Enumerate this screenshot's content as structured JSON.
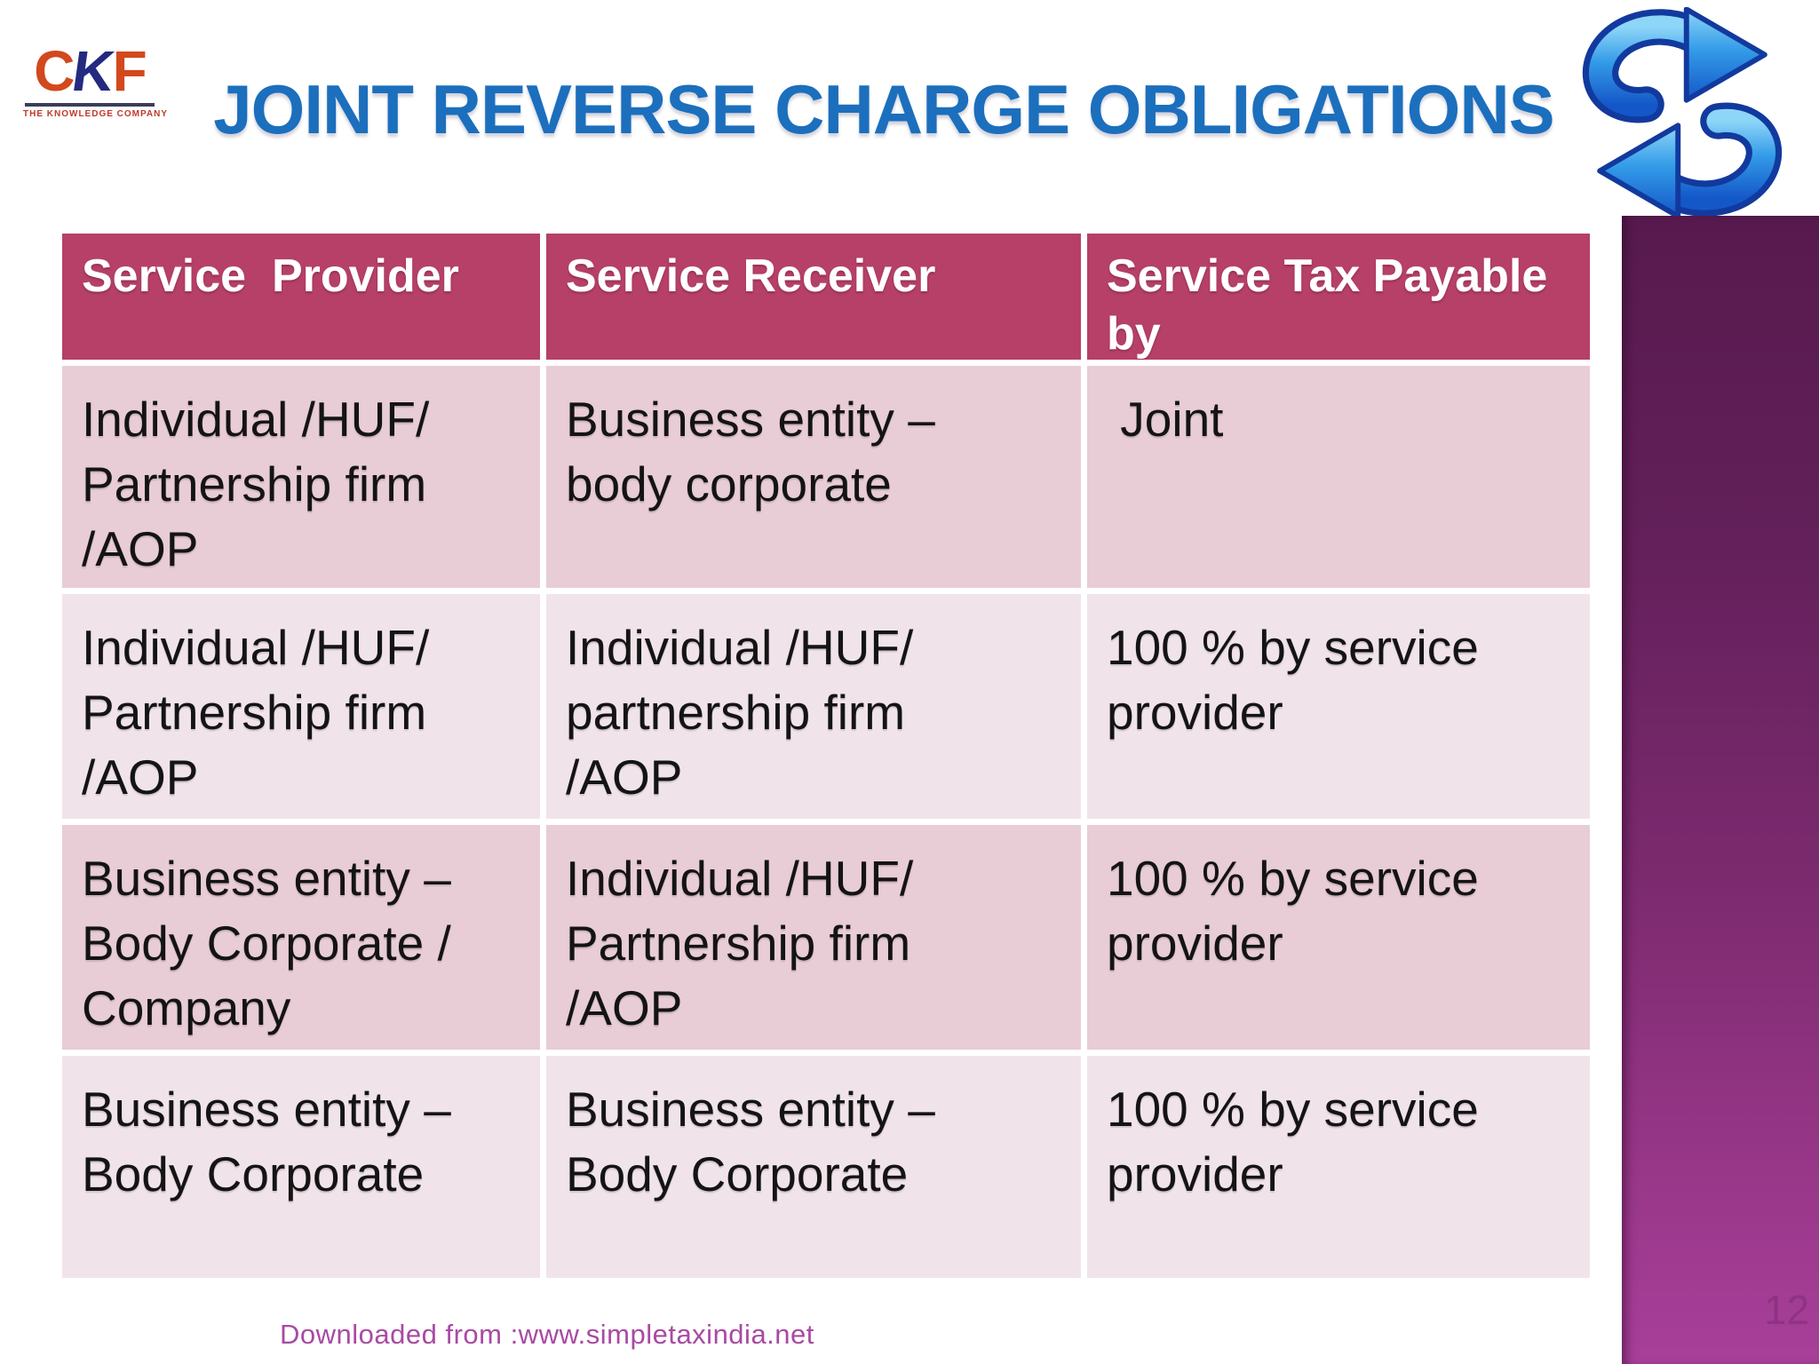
{
  "slide": {
    "title": "JOINT REVERSE CHARGE OBLIGATIONS",
    "footer": "Downloaded from :www.simpletaxindia.net",
    "slide_number": "12"
  },
  "logo": {
    "letter_c": "C",
    "letter_k": "K",
    "letter_f": "F",
    "tagline": "THE KNOWLEDGE COMPANY"
  },
  "icons": {
    "swap_icon": "blue-swap-arrows"
  },
  "colors": {
    "title_blue": "#1b6fbd",
    "table_header_bg": "#b64067",
    "row_odd_bg": "#e8ccd6",
    "row_even_bg": "#f0e4ea",
    "footer_magenta": "#a94aa3",
    "sidebar_top": "#571a4e",
    "sidebar_bottom": "#a83f9a",
    "logo_orange": "#d2491d",
    "logo_navy": "#232a80",
    "icon_blue_light": "#6ec4f5",
    "icon_blue_dark": "#1457c8"
  },
  "table": {
    "headers": [
      "Service  Provider",
      "Service Receiver",
      "Service Tax Payable\nby"
    ],
    "rows": [
      [
        "Individual /HUF/\nPartnership firm\n/AOP",
        "Business entity –\nbody corporate",
        " Joint"
      ],
      [
        "Individual /HUF/\nPartnership firm\n/AOP",
        "Individual /HUF/\npartnership firm\n/AOP",
        "100 % by service\nprovider"
      ],
      [
        "Business entity –\nBody Corporate /\nCompany",
        "Individual /HUF/\nPartnership firm\n/AOP",
        "100 % by service\nprovider"
      ],
      [
        "Business entity –\nBody Corporate",
        "Business entity –\nBody Corporate",
        "100 % by service\nprovider"
      ]
    ]
  }
}
